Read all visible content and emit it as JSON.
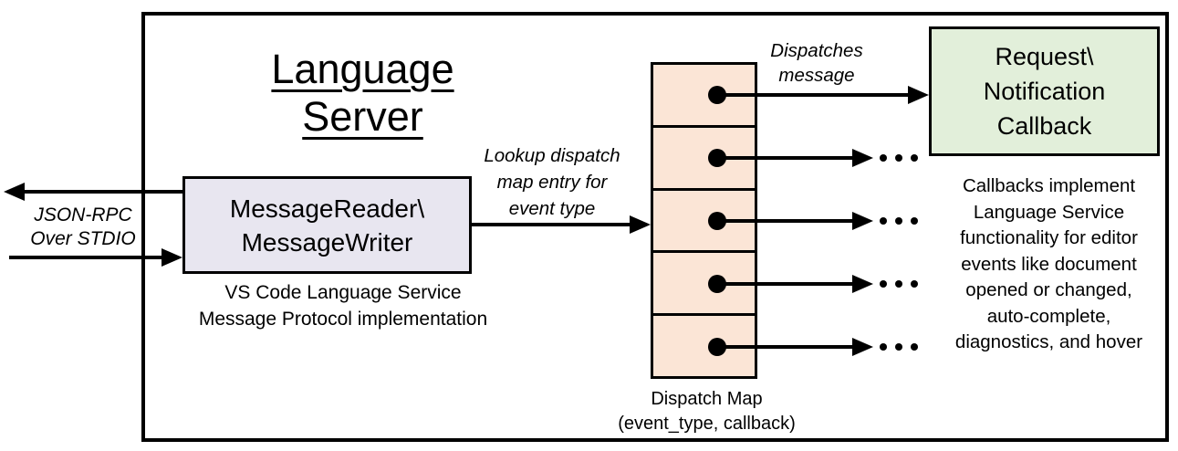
{
  "diagram_title": "Language Server",
  "stdio": {
    "channel_label": "JSON-RPC\nOver STDIO"
  },
  "message_reader": {
    "label": "MessageReader\\\nMessageWriter",
    "caption": "VS Code Language Service\nMessage Protocol implementation"
  },
  "lookup_label": "Lookup dispatch\nmap entry for\nevent type",
  "dispatch_map": {
    "rows": 5,
    "caption": "Dispatch Map\n(event_type, callback)"
  },
  "dispatches_label": "Dispatches\nmessage",
  "callback": {
    "label": "Request\\\nNotification\nCallback",
    "caption": "Callbacks implement\nLanguage Service\nfunctionality for editor\nevents like document\nopened or changed,\nauto-complete,\ndiagnostics, and hover"
  },
  "ellipsis_label": "...",
  "colors": {
    "background": "#ffffff",
    "line": "#000000",
    "message_reader_fill": "#e8e6f0",
    "dispatch_map_fill": "#fbe5d6",
    "callback_fill": "#e2efda"
  }
}
